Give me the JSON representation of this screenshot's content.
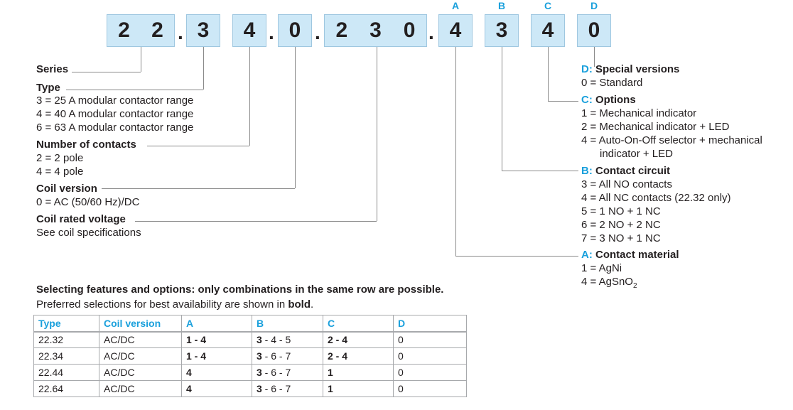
{
  "code": {
    "digits": [
      "2",
      "2",
      "3",
      "4",
      "0",
      "2",
      "3",
      "0",
      "4",
      "3",
      "4",
      "0"
    ],
    "separator": ".",
    "letters": {
      "A": "A",
      "B": "B",
      "C": "C",
      "D": "D"
    }
  },
  "left": {
    "series": {
      "label": "Series"
    },
    "type": {
      "label": "Type",
      "lines": [
        "3 = 25 A modular contactor range",
        "4 = 40 A modular contactor range",
        "6 = 63 A modular contactor range"
      ]
    },
    "contacts": {
      "label": "Number of contacts",
      "lines": [
        "2 = 2 pole",
        "4 = 4 pole"
      ]
    },
    "coil": {
      "label": "Coil version",
      "lines": [
        "0 = AC (50/60 Hz)/DC"
      ]
    },
    "voltage": {
      "label": "Coil rated voltage",
      "lines": [
        "See coil specifications"
      ]
    }
  },
  "right": {
    "d": {
      "key": "D:",
      "label": "Special versions",
      "lines": [
        "0 = Standard"
      ]
    },
    "c": {
      "key": "C:",
      "label": "Options",
      "lines": [
        "1 = Mechanical indicator",
        "2 = Mechanical indicator + LED",
        "4 = Auto-On-Off selector + mechanical",
        "indicator + LED"
      ]
    },
    "b": {
      "key": "B:",
      "label": "Contact circuit",
      "lines": [
        "3 = All NO contacts",
        "4 = All NC contacts (22.32 only)",
        "5 = 1 NO + 1 NC",
        "6 = 2 NO + 2 NC",
        "7 = 3 NO + 1 NC"
      ]
    },
    "a": {
      "key": "A:",
      "label": "Contact material",
      "lines": [
        "1 = AgNi",
        "4 = AgSnO",
        "2"
      ]
    }
  },
  "table": {
    "note_bold": "Selecting features and options: only combinations in the same row are possible.",
    "note_pre": "Preferred selections for best availability are shown in ",
    "note_bold_word": "bold",
    "note_end": ".",
    "headers": [
      "Type",
      "Coil version",
      "A",
      "B",
      "C",
      "D"
    ],
    "rows": [
      {
        "type": "22.32",
        "coil": "AC/DC",
        "a": "1 - 4",
        "b_bold": "3",
        "b_rest": " - 4 - 5",
        "c": "2 - 4",
        "d": "0"
      },
      {
        "type": "22.34",
        "coil": "AC/DC",
        "a": "1 - 4",
        "b_bold": "3",
        "b_rest": " - 6 - 7",
        "c": "2 - 4",
        "d": "0"
      },
      {
        "type": "22.44",
        "coil": "AC/DC",
        "a": "4",
        "b_bold": "3",
        "b_rest": " - 6 - 7",
        "c": "1",
        "d": "0"
      },
      {
        "type": "22.64",
        "coil": "AC/DC",
        "a": "4",
        "b_bold": "3",
        "b_rest": " - 6 - 7",
        "c": "1",
        "d": "0"
      }
    ]
  }
}
